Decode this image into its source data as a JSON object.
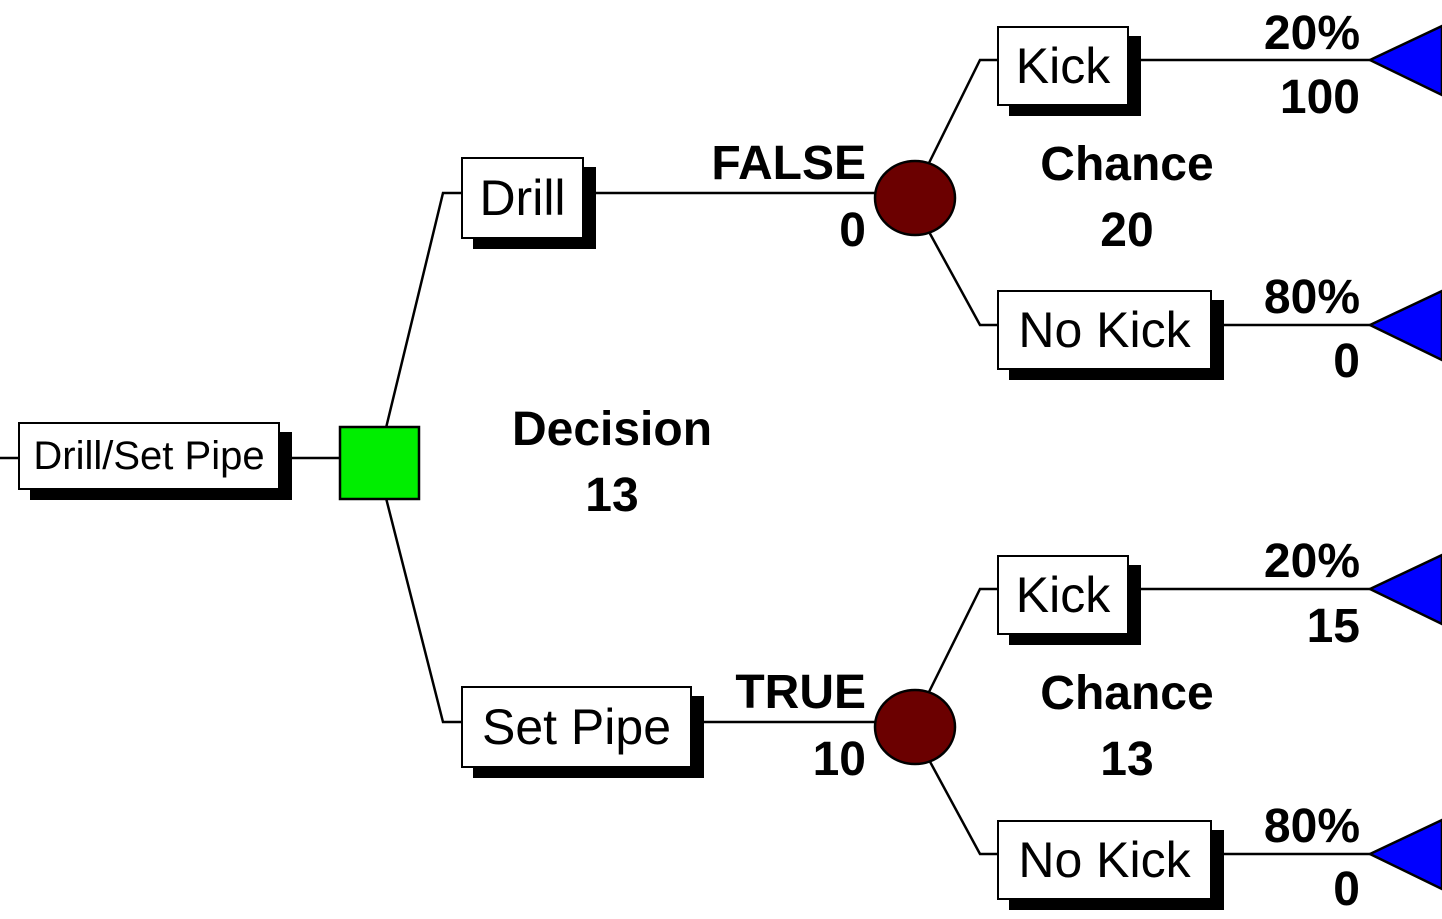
{
  "colors": {
    "decision_node": "#00ee00",
    "chance_node": "#6b0000",
    "terminal_node": "#0000ff",
    "line": "#000000"
  },
  "root": {
    "label": "Drill/Set Pipe"
  },
  "decision": {
    "name": "Decision",
    "value": "13"
  },
  "branches": {
    "drill": {
      "label": "Drill",
      "choice": "FALSE",
      "cost": "0",
      "chance": {
        "name": "Chance",
        "value": "20",
        "outcomes": [
          {
            "label": "Kick",
            "probability": "20%",
            "payoff": "100"
          },
          {
            "label": "No Kick",
            "probability": "80%",
            "payoff": "0"
          }
        ]
      }
    },
    "set_pipe": {
      "label": "Set Pipe",
      "choice": "TRUE",
      "cost": "10",
      "chance": {
        "name": "Chance",
        "value": "13",
        "outcomes": [
          {
            "label": "Kick",
            "probability": "20%",
            "payoff": "15"
          },
          {
            "label": "No Kick",
            "probability": "80%",
            "payoff": "0"
          }
        ]
      }
    }
  }
}
